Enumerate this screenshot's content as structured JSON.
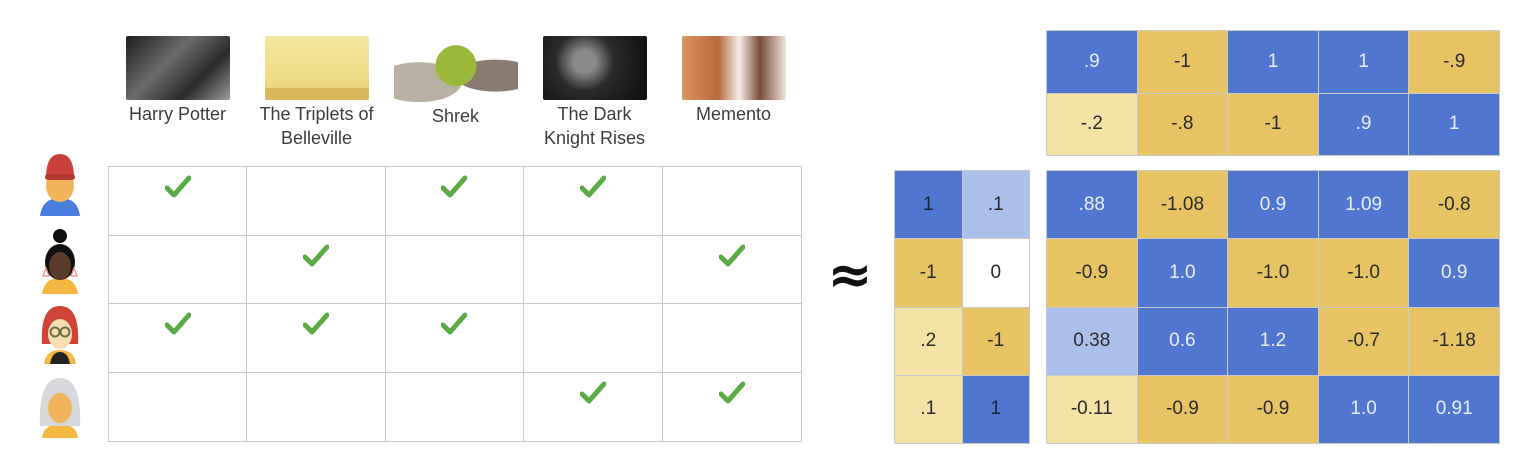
{
  "movies": [
    {
      "title": "Harry Potter",
      "poster": "harry-potter-poster"
    },
    {
      "title": "The Triplets of Belleville",
      "poster": "triplets-poster"
    },
    {
      "title": "Shrek",
      "poster": "shrek-poster"
    },
    {
      "title": "The Dark Knight Rises",
      "poster": "dark-knight-poster"
    },
    {
      "title": "Memento",
      "poster": "memento-poster"
    }
  ],
  "users": [
    {
      "avatar": "user-red-beanie"
    },
    {
      "avatar": "user-dark-hair-bun"
    },
    {
      "avatar": "user-red-hair-glasses"
    },
    {
      "avatar": "user-gray-hair"
    }
  ],
  "feedback_matrix": [
    [
      1,
      0,
      1,
      1,
      0
    ],
    [
      0,
      1,
      0,
      0,
      1
    ],
    [
      1,
      1,
      1,
      0,
      0
    ],
    [
      0,
      0,
      0,
      1,
      1
    ]
  ],
  "approx_symbol": "≈",
  "item_embeddings": {
    "rows": [
      [
        ".9",
        "-1",
        "1",
        "1",
        "-.9"
      ],
      [
        "-.2",
        "-.8",
        "-1",
        ".9",
        "1"
      ]
    ],
    "colors": [
      [
        "blue",
        "gold",
        "blue",
        "blue",
        "gold"
      ],
      [
        "cream",
        "gold",
        "gold",
        "blue",
        "blue"
      ]
    ]
  },
  "user_embeddings": {
    "rows": [
      [
        "1",
        ".1"
      ],
      [
        "-1",
        "0"
      ],
      [
        ".2",
        "-1"
      ],
      [
        ".1",
        "1"
      ]
    ],
    "colors": [
      [
        "blue darktxt",
        "lblue"
      ],
      [
        "gold",
        "white"
      ],
      [
        "cream",
        "gold"
      ],
      [
        "cream",
        "blue darktxt"
      ]
    ]
  },
  "product_matrix": {
    "rows": [
      [
        ".88",
        "-1.08",
        "0.9",
        "1.09",
        "-0.8"
      ],
      [
        "-0.9",
        "1.0",
        "-1.0",
        "-1.0",
        "0.9"
      ],
      [
        "0.38",
        "0.6",
        "1.2",
        "-0.7",
        "-1.18"
      ],
      [
        "-0.11",
        "-0.9",
        "-0.9",
        "1.0",
        "0.91"
      ]
    ],
    "colors": [
      [
        "blue",
        "gold",
        "blue",
        "blue",
        "gold"
      ],
      [
        "gold",
        "blue",
        "gold",
        "gold",
        "blue"
      ],
      [
        "lblue",
        "blue",
        "blue",
        "gold",
        "gold"
      ],
      [
        "cream",
        "gold",
        "gold",
        "blue",
        "blue"
      ]
    ]
  },
  "colors": {
    "positive": "#4f77cf",
    "weak_positive": "#aabfec",
    "negative": "#e7c363",
    "weak_negative": "#f5e3a6",
    "check": "#5aaa46"
  }
}
